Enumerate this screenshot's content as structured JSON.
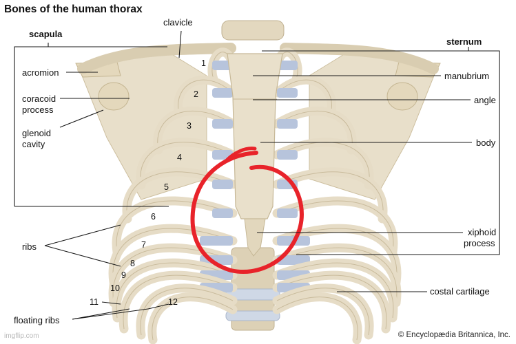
{
  "title": "Bones of the human thorax",
  "labels": {
    "clavicle": "clavicle",
    "scapula": "scapula",
    "sternum": "sternum",
    "acromion": "acromion",
    "coracoid_1": "coracoid",
    "coracoid_2": "process",
    "glenoid_1": "glenoid",
    "glenoid_2": "cavity",
    "manubrium": "manubrium",
    "angle": "angle",
    "body": "body",
    "ribs": "ribs",
    "xiphoid_1": "xiphoid",
    "xiphoid_2": "process",
    "costal_cartilage": "costal cartilage",
    "floating_ribs": "floating ribs"
  },
  "rib_numbers": [
    "1",
    "2",
    "3",
    "4",
    "5",
    "6",
    "7",
    "8",
    "9",
    "10",
    "11",
    "12"
  ],
  "credit": "© Encyclopædia Britannica, Inc.",
  "watermark": "imgflip.com",
  "colors": {
    "bone": "#e6dcc6",
    "bone_shadow": "#c9bb9c",
    "cartilage": "#b7c4dc",
    "annotation": "#e8232a",
    "leader": "#1a1a1a"
  }
}
